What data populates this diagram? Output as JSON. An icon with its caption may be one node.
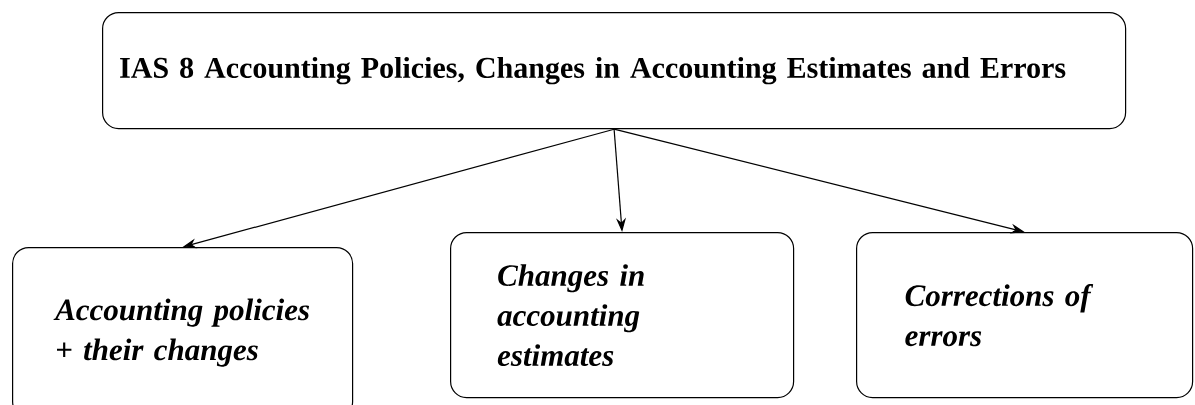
{
  "diagram": {
    "nodes": [
      {
        "text": [
          "IAS 8 Accounting Policies, Changes in Accounting Estimates and Errors"
        ]
      },
      {
        "text": [
          "Accounting policies + their changes"
        ]
      },
      {
        "text": [
          "Changes in accounting estimates"
        ]
      },
      {
        "text": [
          "Corrections of errors"
        ]
      }
    ],
    "edges": [
      {
        "from": 0,
        "to": 1,
        "arrow": "to"
      },
      {
        "from": 0,
        "to": 2,
        "arrow": "to"
      },
      {
        "from": 0,
        "to": 3,
        "arrow": "to"
      }
    ]
  }
}
